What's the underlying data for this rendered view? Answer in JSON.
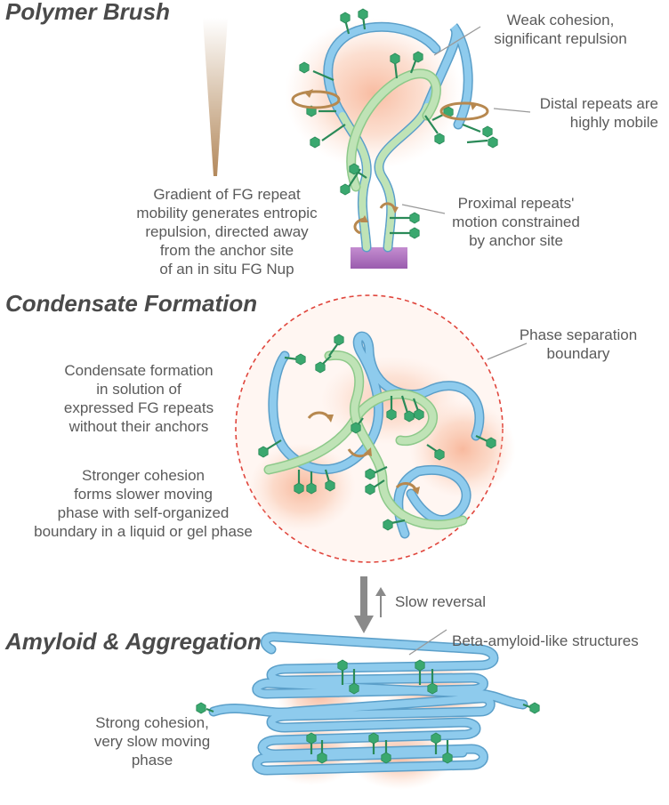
{
  "sections": {
    "polymer_brush": {
      "title": "Polymer Brush",
      "gradient_label": [
        "Gradient of FG repeat",
        "mobility generates entropic",
        "repulsion, directed away",
        "from the anchor site",
        "of an in situ FG Nup"
      ],
      "weak_cohesion": [
        "Weak cohesion,",
        "significant repulsion"
      ],
      "distal": [
        "Distal repeats are",
        "highly mobile"
      ],
      "proximal": [
        "Proximal repeats'",
        "motion constrained",
        "by anchor site"
      ]
    },
    "condensate": {
      "title": "Condensate Formation",
      "phase_boundary": [
        "Phase separation",
        "boundary"
      ],
      "formation": [
        "Condensate formation",
        "in solution of",
        "expressed FG repeats",
        "without their anchors"
      ],
      "cohesion": [
        "Stronger cohesion",
        "forms slower moving",
        "phase with self-organized",
        "boundary in a liquid or gel phase"
      ],
      "slow_reversal": "Slow reversal"
    },
    "amyloid": {
      "title": "Amyloid & Aggregation",
      "beta": "Beta-amyloid-like structures",
      "strong": [
        "Strong cohesion,",
        "very slow moving",
        "phase"
      ]
    }
  },
  "colors": {
    "blue_strand": "#8ecbed",
    "green_strand": "#bfe3b6",
    "hexagon": "#3aa86f",
    "arrow": "#b7884f",
    "anchor": "#a86db8",
    "boundary": "#e0463d",
    "glow": "#f6a582"
  }
}
